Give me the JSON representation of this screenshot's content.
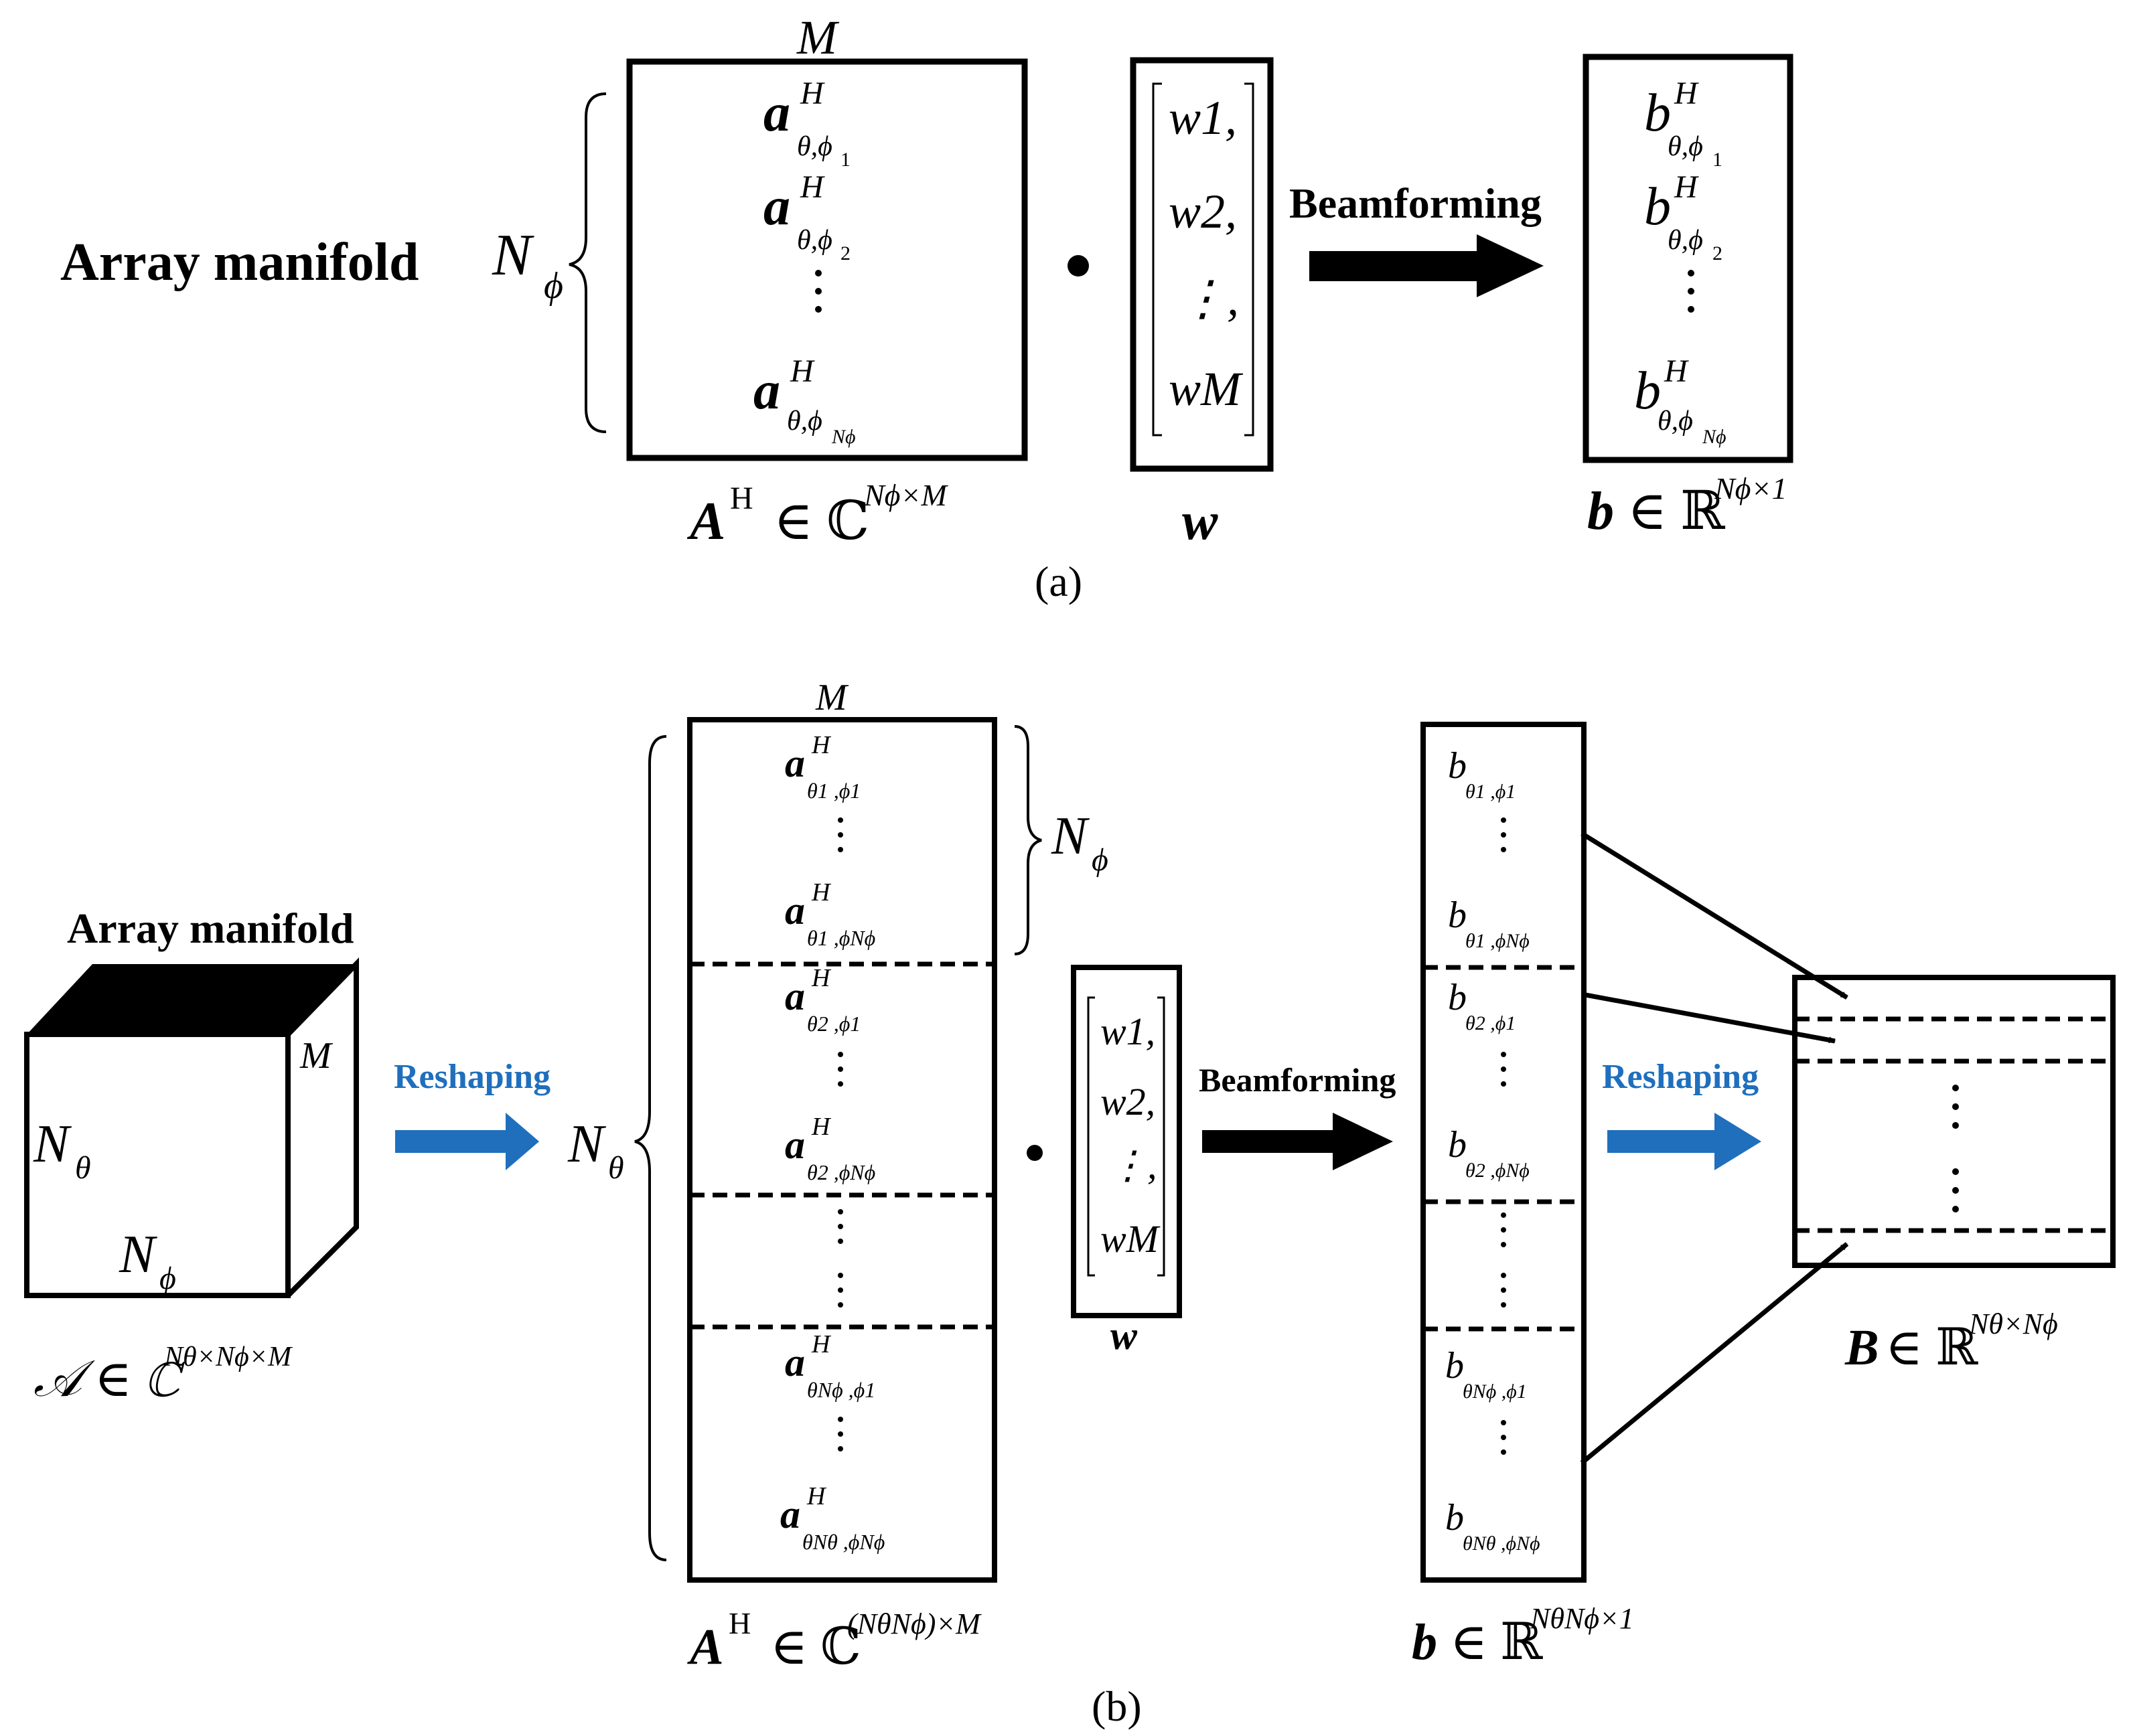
{
  "panel_a": {
    "title": "Array manifold",
    "n_phi": "N",
    "n_phi_sub": "ϕ",
    "m_label": "M",
    "rows": [
      {
        "base": "a",
        "sup": "H",
        "sub": "θ,ϕ",
        "subsub": "1"
      },
      {
        "base": "a",
        "sup": "H",
        "sub": "θ,ϕ",
        "subsub": "2"
      },
      {
        "base": "a",
        "sup": "H",
        "sub": "θ,ϕ",
        "subsub": "Nϕ"
      }
    ],
    "w_rows": [
      "w1,",
      "w2,",
      "⋮,",
      "wM"
    ],
    "arrow_label": "Beamforming",
    "b_rows": [
      {
        "base": "b",
        "sup": "H",
        "sub": "θ,ϕ",
        "subsub": "1"
      },
      {
        "base": "b",
        "sup": "H",
        "sub": "θ,ϕ",
        "subsub": "2"
      },
      {
        "base": "b",
        "sup": "H",
        "sub": "θ,ϕ",
        "subsub": "Nϕ"
      }
    ],
    "caption_A": "A",
    "caption_A_sup": "H",
    "caption_A_set": "∈ ℂ",
    "caption_A_dim": "Nϕ×M",
    "caption_w": "w",
    "caption_b": "b",
    "caption_b_set": "∈ ℝ",
    "caption_b_dim": "Nϕ×1",
    "label": "(a)"
  },
  "panel_b": {
    "cube_title": "Array manifold",
    "cube_m": "M",
    "cube_ntheta": "N",
    "cube_ntheta_sub": "θ",
    "cube_nphi": "N",
    "cube_nphi_sub": "ϕ",
    "cube_caption": "𝒜 ∈ ℂ",
    "cube_caption_dim": "Nθ×Nϕ×M",
    "reshape1": "Reshaping",
    "n_theta_brace": "N",
    "n_theta_brace_sub": "θ",
    "n_phi_brace": "N",
    "n_phi_brace_sub": "ϕ",
    "m_label": "M",
    "a_rows": [
      "θ1 ,ϕ1",
      "θ1 ,ϕNϕ",
      "θ2 ,ϕ1",
      "θ2 ,ϕNϕ",
      "θNϕ ,ϕ1",
      "θNθ ,ϕNϕ"
    ],
    "w_rows": [
      "w1,",
      "w2,",
      "⋮,",
      "wM"
    ],
    "w_caption": "w",
    "beamforming": "Beamforming",
    "b_rows": [
      "θ1 ,ϕ1",
      "θ1 ,ϕNϕ",
      "θ2 ,ϕ1",
      "θ2 ,ϕNϕ",
      "θNϕ ,ϕ1",
      "θNθ ,ϕNϕ"
    ],
    "reshape2": "Reshaping",
    "caption_A": "A",
    "caption_A_sup": "H",
    "caption_A_set": "∈ ℂ",
    "caption_A_dim": "(NθNϕ)×M",
    "caption_b": "b",
    "caption_b_set": "∈ ℝ",
    "caption_b_dim": "NθNϕ×1",
    "caption_B": "B",
    "caption_B_set": "∈ ℝ",
    "caption_B_dim": "Nθ×Nϕ",
    "label": "(b)"
  },
  "colors": {
    "black": "#000000",
    "blue_arrow": "#1f6fbd"
  }
}
